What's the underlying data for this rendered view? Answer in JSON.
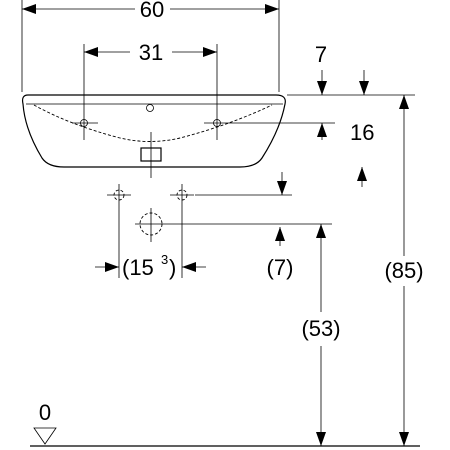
{
  "drawing": {
    "dimensions": {
      "overall_width": "60",
      "tap_hole_spacing": "31",
      "rim_thickness": "7",
      "tap_hole_height": "16",
      "supply_spacing_main": "(15",
      "supply_spacing_sup": "3",
      "supply_spacing_close": ")",
      "drain_offset": "(7)",
      "drain_height": "(53)",
      "total_height": "(85)",
      "floor_level": "0"
    }
  }
}
